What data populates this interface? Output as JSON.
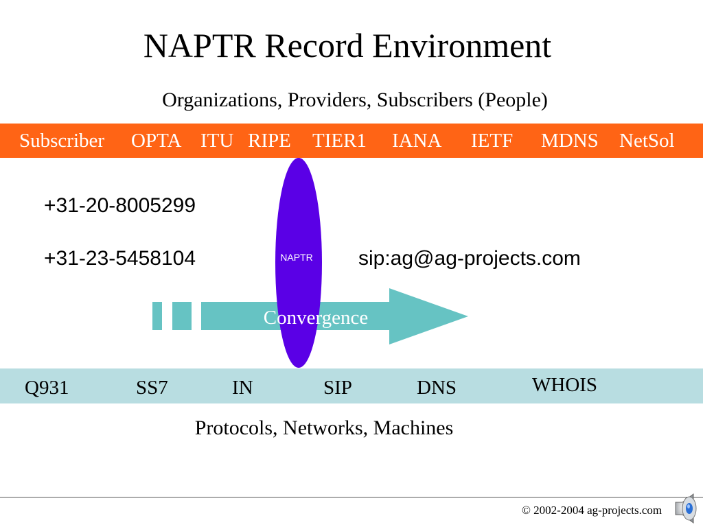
{
  "slide": {
    "title": "NAPTR Record Environment",
    "subtitle": "Organizations, Providers, Subscribers (People)",
    "caption": "Protocols, Networks, Machines",
    "copyright": "© 2002-2004 ag-projects.com"
  },
  "organizations": [
    "Subscriber",
    "OPTA",
    "ITU",
    "RIPE",
    "TIER1",
    "IANA",
    "IETF",
    "MDNS",
    "NetSol"
  ],
  "identifiers": {
    "phone_1": "+31-20-8005299",
    "phone_2": "+31-23-5458104",
    "sip_uri": "sip:ag@ag-projects.com"
  },
  "diagram": {
    "naptr_label": "NAPTR",
    "arrow_label": "Convergence"
  },
  "protocols": [
    "Q931",
    "SS7",
    "IN",
    "SIP",
    "DNS",
    "WHOIS"
  ],
  "colors": {
    "top_band": "#ff6415",
    "bottom_band": "#b8dde1",
    "arrow": "#66c3c3",
    "ellipse": "#5a00e6"
  },
  "icons": {
    "speaker": "speaker-icon"
  }
}
